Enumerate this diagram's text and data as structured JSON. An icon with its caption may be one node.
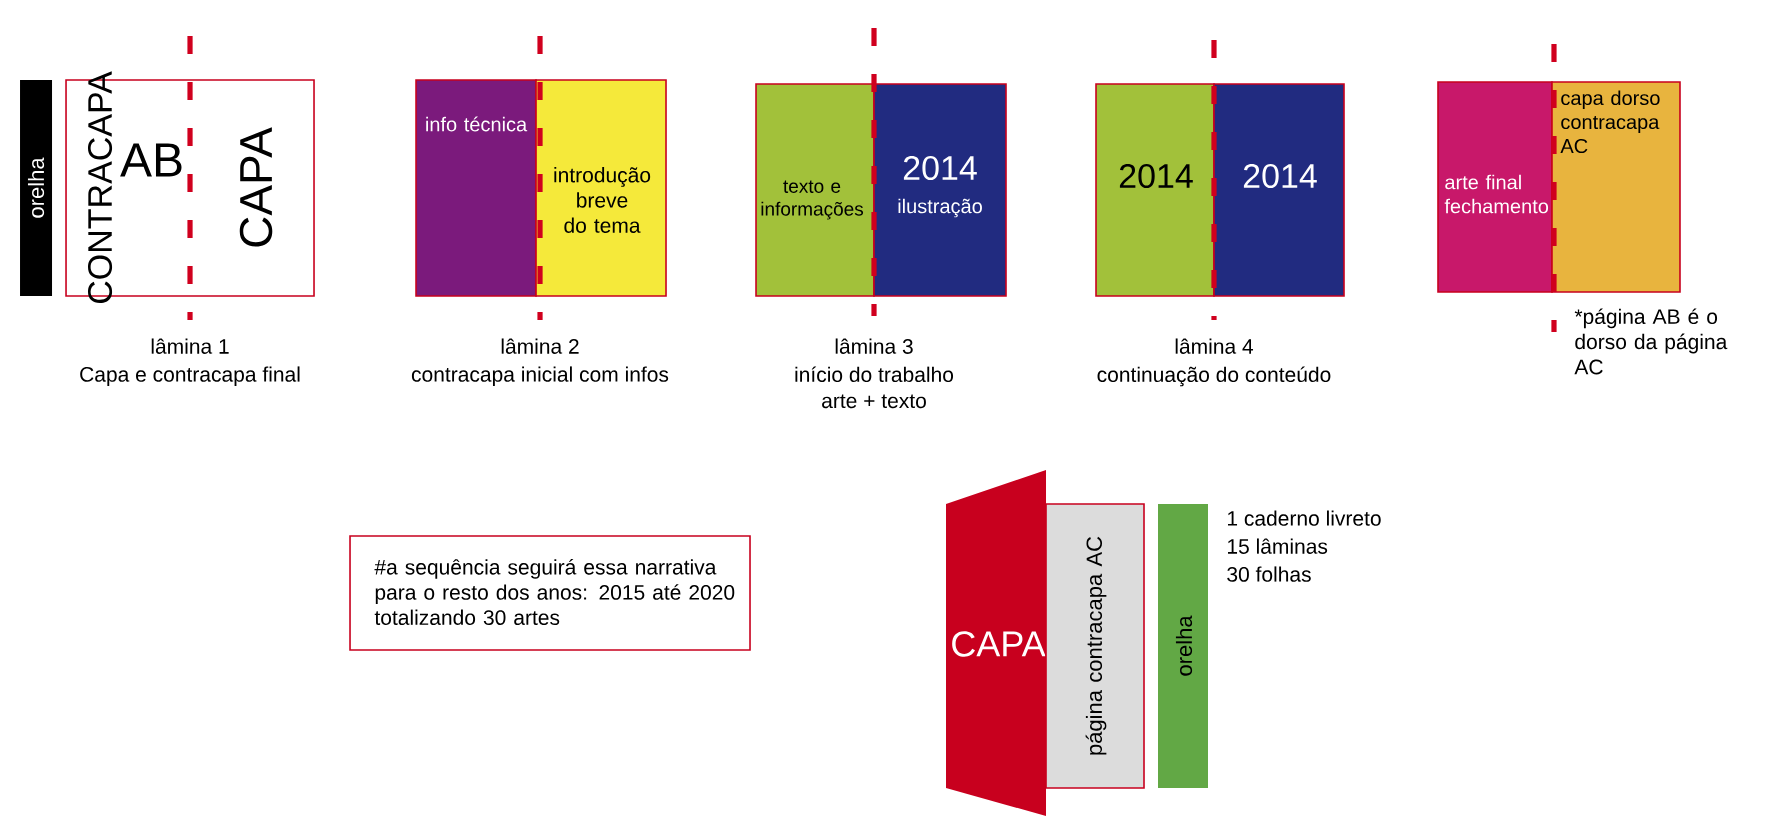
{
  "diagram": {
    "nodes": [
      {
        "text": [
          "orelha"
        ]
      },
      {
        "text": [
          "CONTRACAPA",
          "AB",
          "CAPA"
        ]
      },
      {
        "text": [
          "info técnica"
        ]
      },
      {
        "text": [
          "introdução breve do tema"
        ]
      },
      {
        "text": [
          "texto e informações"
        ]
      },
      {
        "text": [
          "2014",
          "ilustração"
        ]
      },
      {
        "text": [
          "2014"
        ]
      },
      {
        "text": [
          "2014"
        ]
      },
      {
        "text": [
          "arte final fechamento"
        ]
      },
      {
        "text": [
          "capa dorso contracapa AC"
        ]
      },
      {
        "text": [
          "#a sequência seguirá essa narrativa para o resto dos anos: 2015 até 2020 totalizando 30 artes"
        ]
      },
      {
        "text": [
          "CAPA"
        ]
      },
      {
        "text": [
          "página contracapa AC"
        ]
      },
      {
        "text": [
          "orelha"
        ]
      }
    ],
    "labels": [
      "lâmina 1",
      "Capa e contracapa final",
      "lâmina 2",
      "contracapa inicial com infos",
      "lâmina 3",
      "início do trabalho",
      "arte + texto",
      "lâmina 4",
      "continuação do conteúdo",
      "*página AB é o dorso da página AC",
      "1 caderno livreto",
      "15 lâminas",
      "30 folhas"
    ]
  }
}
